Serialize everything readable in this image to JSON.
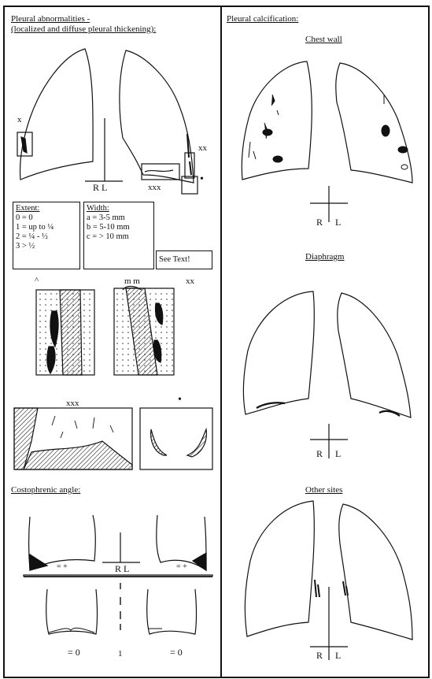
{
  "left_panel": {
    "heading_line1": "Pleural abnormalities -",
    "heading_line2": "(localized and diffuse pleural thickening):",
    "marks": {
      "x": "x",
      "xx": "xx",
      "xxx": "xxx",
      "dot": "•",
      "rl": "R L",
      "mm": "m m",
      "caret": "^"
    },
    "extent": {
      "title": "Extent:",
      "lines": [
        "0 = 0",
        "1 = up to ¼",
        "2 = ¼ - ½",
        "3 > ½"
      ]
    },
    "width": {
      "title": "Width:",
      "lines": [
        "a = 3-5 mm",
        "b = 5-10 mm",
        "c = > 10 mm"
      ]
    },
    "see_text": "See Text!",
    "costophrenic": {
      "heading": "Costophrenic angle:",
      "labels": [
        "= +",
        "= +",
        "= 0",
        "= 0"
      ],
      "rl": "R L",
      "mid_mark": "1"
    }
  },
  "right_panel": {
    "heading": "Pleural calcification:",
    "sections": [
      {
        "title": "Chest wall",
        "r": "R",
        "l": "L"
      },
      {
        "title": "Diaphragm",
        "r": "R",
        "l": "L"
      },
      {
        "title": "Other sites",
        "r": "R",
        "l": "L"
      }
    ]
  }
}
